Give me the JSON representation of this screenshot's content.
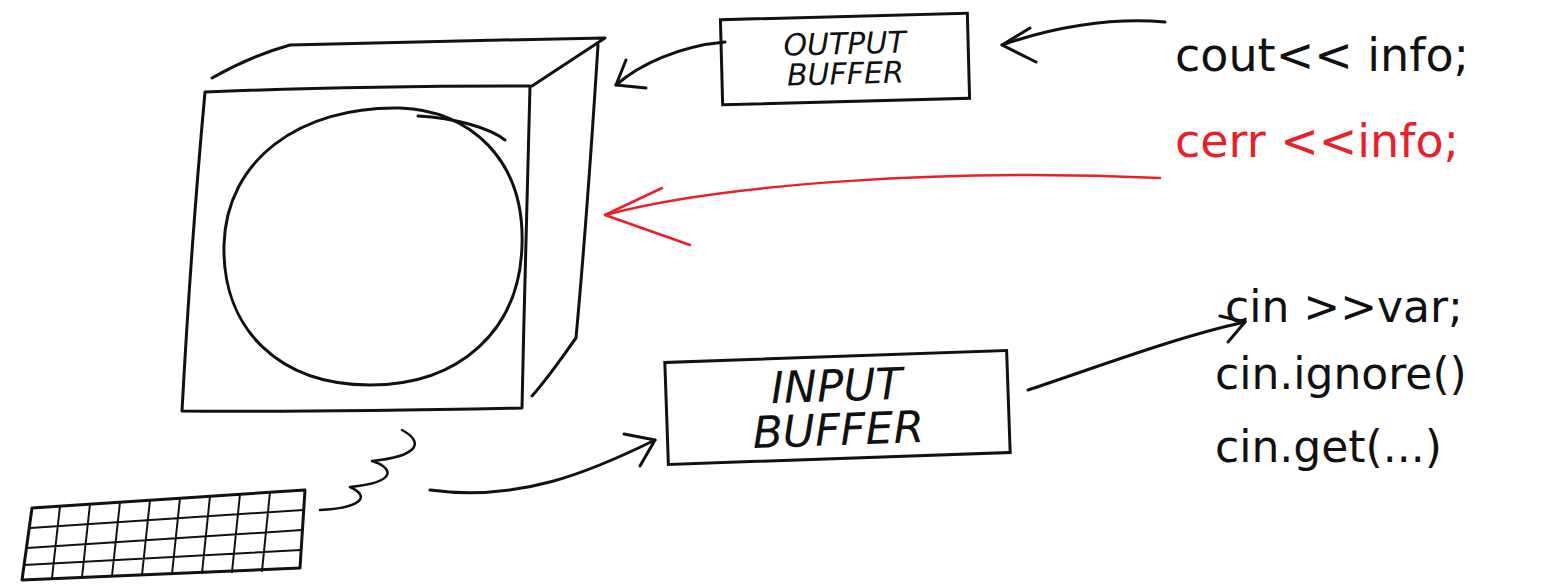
{
  "diagram": {
    "nodes": [
      {
        "text": [
          "OUTPUT BUFFER"
        ]
      },
      {
        "text": [
          "INPUT BUFFER"
        ]
      }
    ],
    "labels": [
      "cout<< info;",
      "cerr <<info;",
      "cin >>var;",
      "cin.ignore()",
      "cin.get(...)"
    ]
  }
}
